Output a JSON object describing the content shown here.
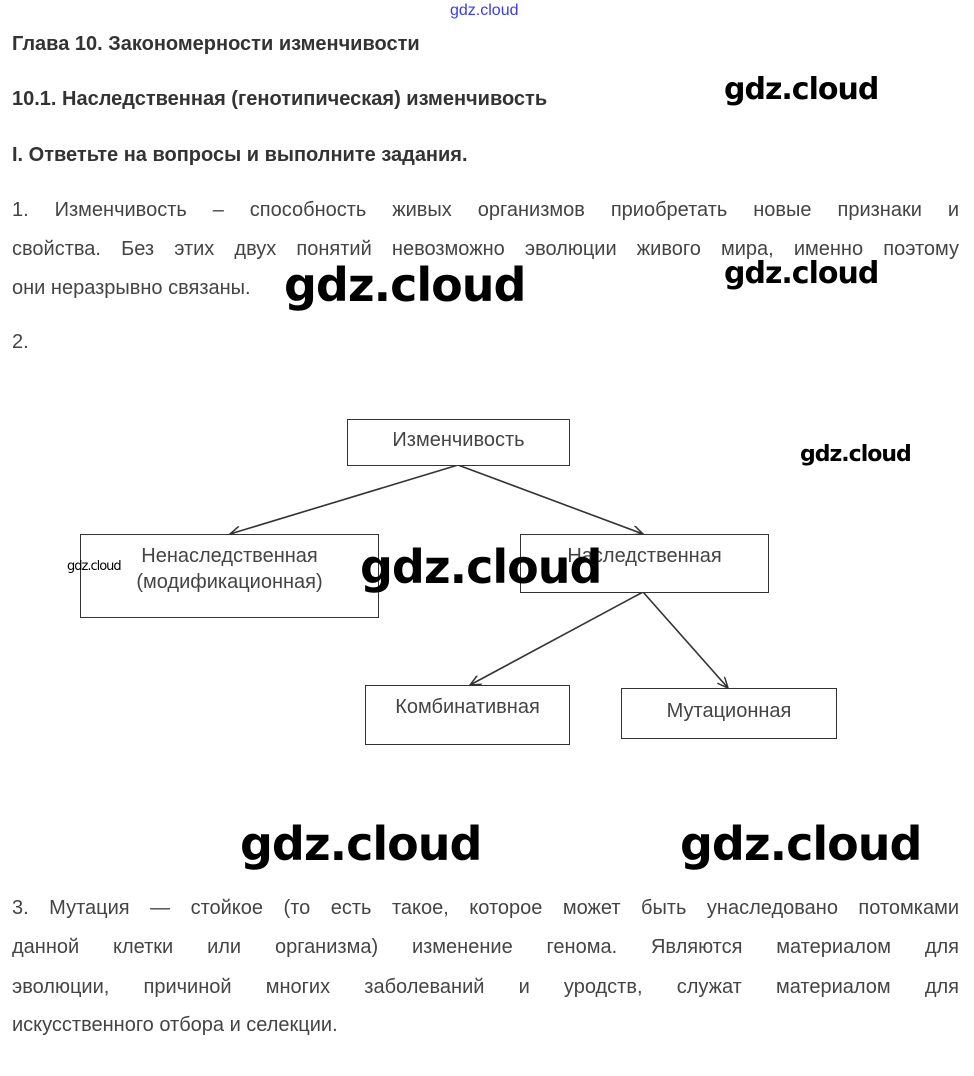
{
  "header_watermark": "gdz.cloud",
  "headings": {
    "chapter": "Глава 10. Закономерности изменчивости",
    "section": "10.1. Наследственная (генотипическая) изменчивость",
    "task": "I. Ответьте на вопросы и выполните задания."
  },
  "answer1": {
    "lines": [
      "1. Изменчивость – способность живых организмов приобретать новые признаки и",
      "свойства. Без этих двух понятий невозможно эволюции живого мира, именно поэтому",
      "они неразрывно связаны."
    ]
  },
  "answer2": {
    "number": "2.",
    "diagram": {
      "root": "Изменчивость",
      "non_hereditary": [
        "Ненаследственная",
        "(модификационная)"
      ],
      "hereditary": "Наследственная",
      "combinative": "Комбинативная",
      "mutational": "Мутационная"
    }
  },
  "answer3": {
    "lines": [
      "3. Мутация — стойкое (то есть такое, которое может быть унаследовано потомками",
      "данной клетки или организма) изменение генома. Являются материалом для",
      "эволюции, причиной многих заболеваний и уродств, служат материалом для",
      "искусственного отбора и селекции."
    ]
  },
  "watermarks": [
    "gdz.cloud",
    "gdz.cloud",
    "gdz.cloud",
    "gdz.cloud",
    "gdz.cloud",
    "gdz.cloud",
    "gdz.cloud",
    "gdz.cloud"
  ]
}
